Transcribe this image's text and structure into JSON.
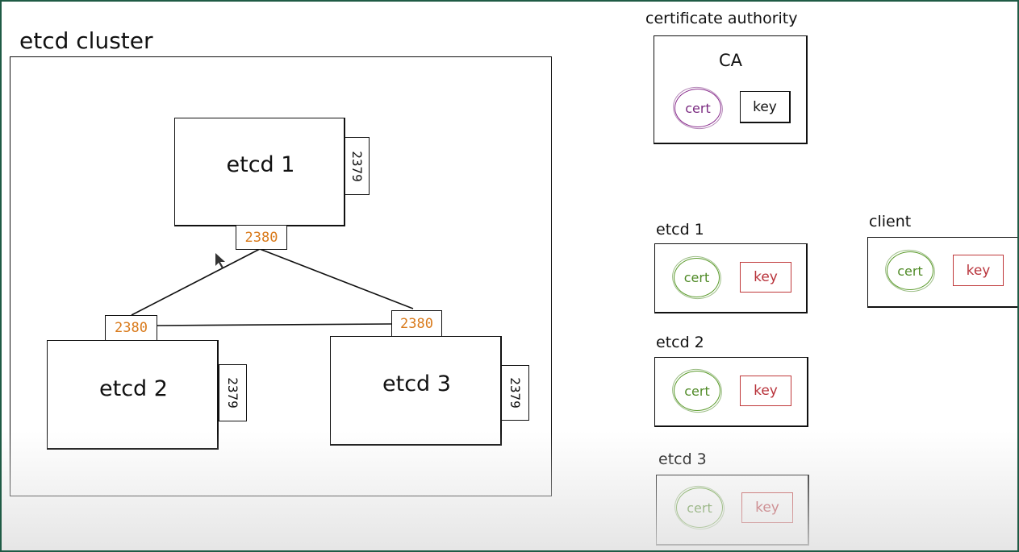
{
  "cluster": {
    "title": "etcd cluster",
    "nodes": [
      {
        "name": "etcd 1",
        "peer_port": "2380",
        "client_port": "2379"
      },
      {
        "name": "etcd 2",
        "peer_port": "2380",
        "client_port": "2379"
      },
      {
        "name": "etcd 3",
        "peer_port": "2380",
        "client_port": "2379"
      }
    ]
  },
  "ca": {
    "heading": "certificate authority",
    "title": "CA",
    "cert": "cert",
    "key": "key"
  },
  "certs": [
    {
      "heading": "etcd 1",
      "cert": "cert",
      "key": "key"
    },
    {
      "heading": "etcd 2",
      "cert": "cert",
      "key": "key"
    },
    {
      "heading": "etcd 3",
      "cert": "cert",
      "key": "key"
    }
  ],
  "client": {
    "heading": "client",
    "cert": "cert",
    "key": "key"
  },
  "colors": {
    "port_orange": "#d97a1b",
    "cert_green": "#5a9a2a",
    "ca_cert_purple": "#8a2e8e",
    "key_red": "#c0393b",
    "frame_green": "#1f5b45"
  }
}
